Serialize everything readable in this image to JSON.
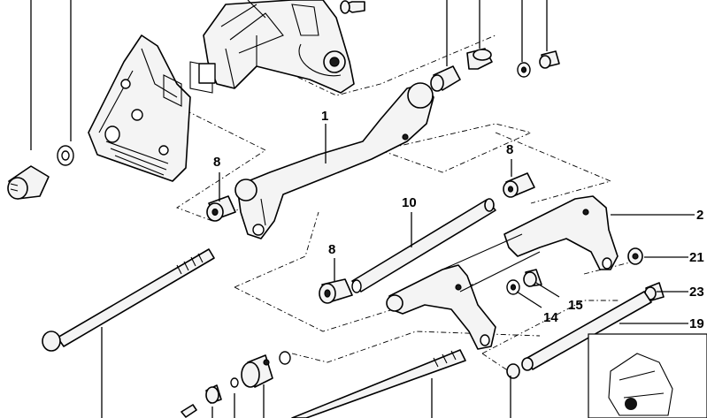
{
  "callouts": {
    "c1": "1",
    "c2": "2",
    "c8a": "8",
    "c8b": "8",
    "c8c": "8",
    "c10": "10",
    "c14": "14",
    "c15": "15",
    "c19": "19",
    "c21": "21",
    "c23": "23"
  },
  "colors": {
    "line": "#000000",
    "part_fill": "#f4f4f4",
    "inset_dot": "#111111",
    "background": "#ffffff"
  }
}
